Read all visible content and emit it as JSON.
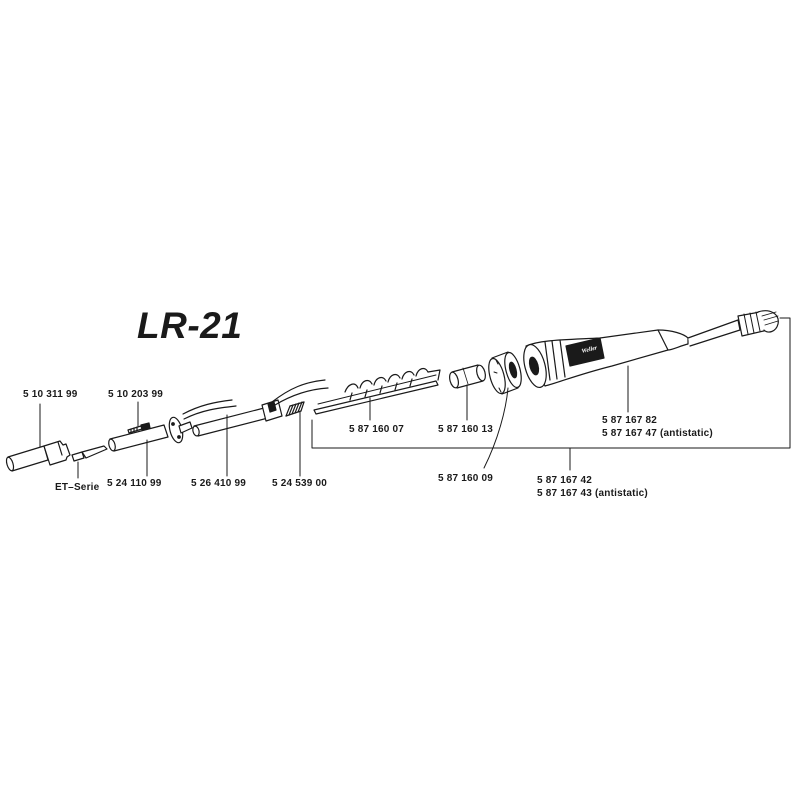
{
  "title": "LR-21",
  "brand_mark": "Weller",
  "parts": {
    "tip": {
      "number": "5 10 311 99"
    },
    "et_series": {
      "label": "ET–Serie"
    },
    "screw": {
      "number": "5 10 203 99"
    },
    "tip_holder": {
      "number": "5 24 110 99"
    },
    "heating_element": {
      "number": "5 26 410 99"
    },
    "spring": {
      "number": "5 24 539 00"
    },
    "sensor_clip": {
      "number": "5 87 160 07"
    },
    "sleeve": {
      "number": "5 87 160 13"
    },
    "nut": {
      "number": "5 87 160 09"
    },
    "handle": {
      "number": "5 87 167 82",
      "number_antistatic": "5 87 167 47 (antistatic)"
    },
    "complete_assembly": {
      "number": "5 87 167 42",
      "number_antistatic": "5 87 167 43 (antistatic)"
    }
  }
}
